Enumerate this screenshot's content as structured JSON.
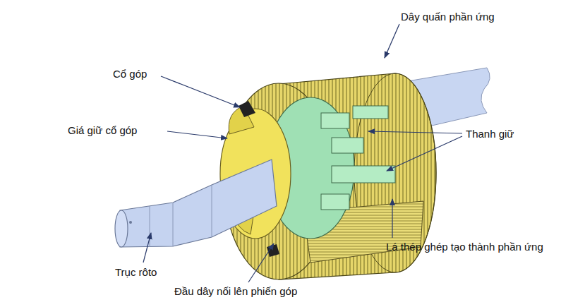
{
  "diagram": {
    "labels": [
      "Dây quấn phần ứng",
      "Cổ góp",
      "Giá giữ cổ góp",
      "Thanh giữ",
      "Lá thép ghép tạo thành phần ứng",
      "Trục rôto",
      "Đầu dây nối lên phiến góp"
    ]
  }
}
